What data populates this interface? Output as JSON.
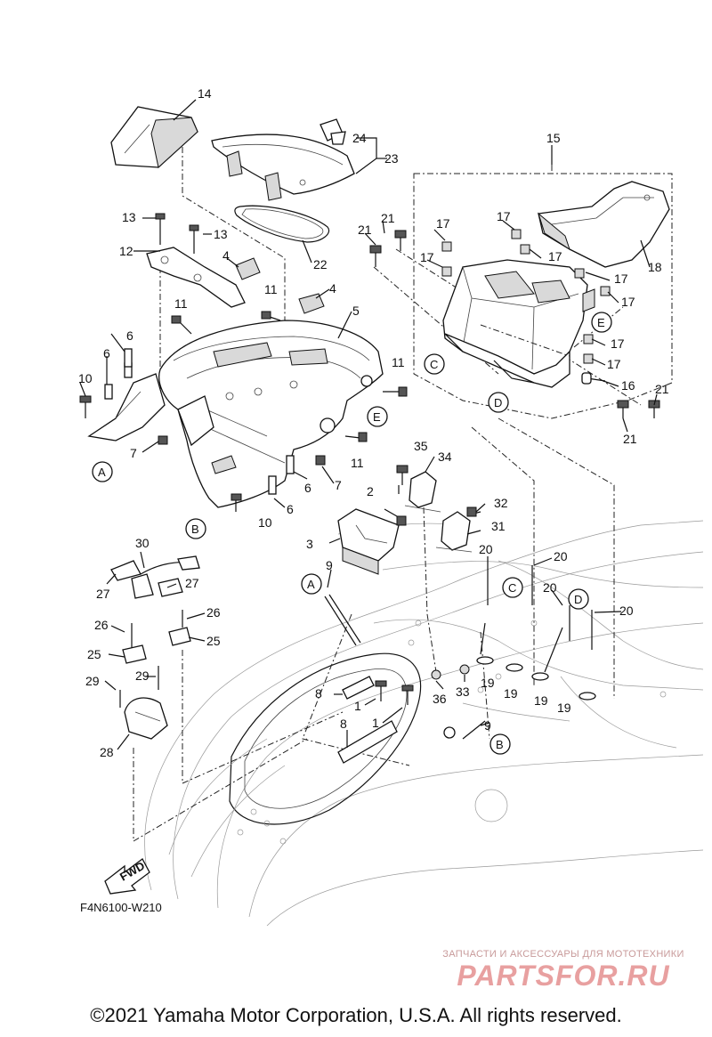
{
  "diagram": {
    "drawing_code": "F4N6100-W210",
    "copyright": "©2021 Yamaha Motor Corporation, U.S.A. All rights reserved.",
    "forward_label": "FWD",
    "watermark": {
      "tagline": "ЗАПЧАСТИ И АКСЕССУАРЫ ДЛЯ МОТОТЕХНИКИ",
      "brand": "PARTSFOR.RU"
    },
    "part_labels": {
      "p1": "1",
      "p2": "2",
      "p3": "3",
      "p4": "4",
      "p5": "5",
      "p6": "6",
      "p7": "7",
      "p8": "8",
      "p9": "9",
      "p10": "10",
      "p11": "11",
      "p12": "12",
      "p13": "13",
      "p14": "14",
      "p15": "15",
      "p16": "16",
      "p17": "17",
      "p18": "18",
      "p19": "19",
      "p20": "20",
      "p21": "21",
      "p22": "22",
      "p23": "23",
      "p24": "24",
      "p25": "25",
      "p26": "26",
      "p27": "27",
      "p28": "28",
      "p29": "29",
      "p30": "30",
      "p31": "31",
      "p32": "32",
      "p33": "33",
      "p34": "34",
      "p35": "35",
      "p36": "36"
    },
    "reference_markers": {
      "a": "A",
      "b": "B",
      "c": "C",
      "d": "D",
      "e": "E"
    }
  }
}
